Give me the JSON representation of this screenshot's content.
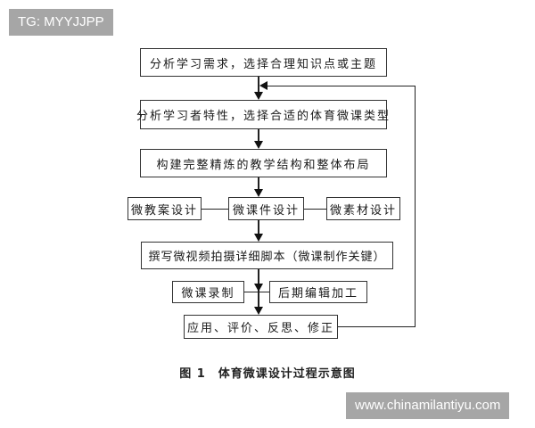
{
  "watermarks": {
    "top": "TG: MYYJJPP",
    "bottom": "www.chinamilantiyu.com"
  },
  "flowchart": {
    "steps": [
      {
        "id": "step1",
        "label": "分析学习需求，选择合理知识点或主题"
      },
      {
        "id": "step2",
        "label": "分析学习者特性，选择合适的体育微课类型"
      },
      {
        "id": "step3",
        "label": "构建完整精炼的教学结构和整体布局"
      },
      {
        "id": "step4",
        "label": "微课件设计"
      },
      {
        "id": "step5",
        "label": "撰写微视频拍摄详细脚本（微课制作关键）"
      },
      {
        "id": "step6",
        "label": "应用、评价、反思、修正"
      }
    ],
    "side_nodes": {
      "design_left": "微教案设计",
      "design_right": "微素材设计",
      "production_left": "微课录制",
      "production_right": "后期编辑加工"
    },
    "feedback_loop": {
      "from": "step6",
      "to": "between step1 and step2"
    }
  },
  "caption": {
    "number": "图 1",
    "title": "体育微课设计过程示意图"
  }
}
